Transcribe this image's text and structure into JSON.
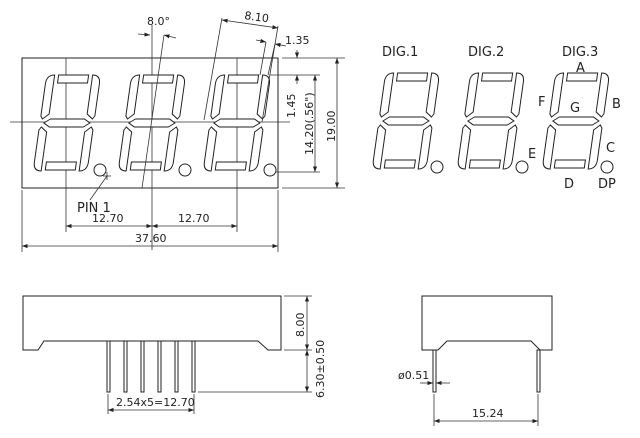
{
  "front_view": {
    "angle_label": "8.0°",
    "digit_width_label": "8.10",
    "segment_width_label": "1.35",
    "top_offset_label": "1.45",
    "digit_height_label": "14.20(.56\")",
    "body_height_label": "19.00",
    "pitch_label_1": "12.70",
    "pitch_label_2": "12.70",
    "body_width_label": "37.60",
    "pin1_label": "PIN  1"
  },
  "segment_diagram": {
    "digit_labels": [
      "DIG.1",
      "DIG.2",
      "DIG.3"
    ],
    "segments": {
      "a": "A",
      "b": "B",
      "c": "C",
      "d": "D",
      "e": "E",
      "f": "F",
      "g": "G",
      "dp": "DP"
    }
  },
  "side_view": {
    "body_depth_label": "8.00",
    "pin_length_label": "6.30±0.50",
    "pin_pitch_label": "2.54x5=12.70"
  },
  "end_view": {
    "pin_diameter_label": "ø0.51",
    "row_spacing_label": "15.24"
  }
}
